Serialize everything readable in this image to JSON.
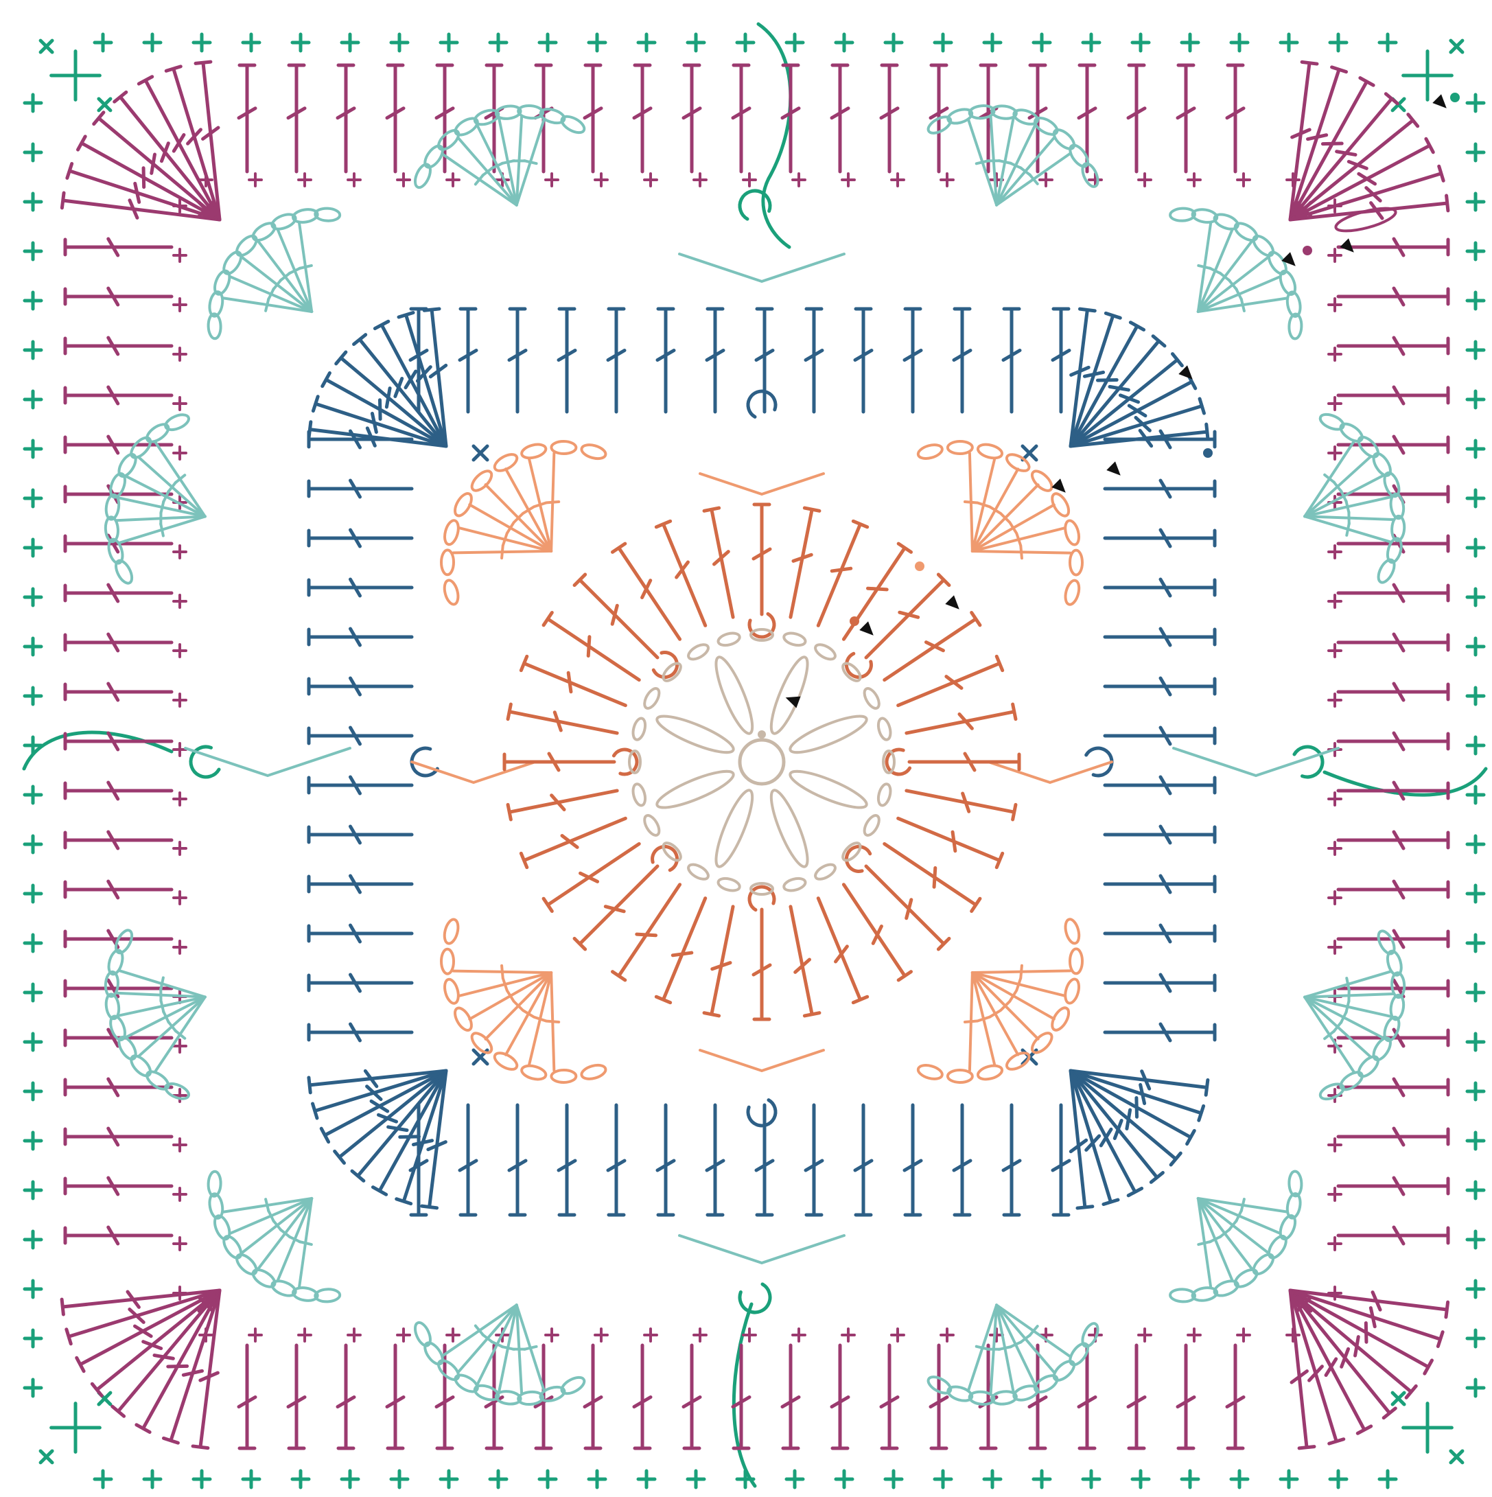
{
  "diagram": {
    "type": "crochet-granny-square-chart",
    "symmetry": "4-fold",
    "rounds": [
      {
        "name": "round-1",
        "color": "#C8B8A8",
        "stitch": "chain-loops"
      },
      {
        "name": "round-2",
        "color": "#D26A45",
        "stitch": "treble"
      },
      {
        "name": "round-3",
        "color": "#EF9A6F",
        "stitch": "chain-loops"
      },
      {
        "name": "round-4",
        "color": "#2D5F86",
        "stitch": "treble"
      },
      {
        "name": "round-5",
        "color": "#7CC2BB",
        "stitch": "chain-loops"
      },
      {
        "name": "round-6",
        "color": "#9B3A6F",
        "stitch": "treble"
      },
      {
        "name": "round-7",
        "color": "#1AA07A",
        "stitch": "single-crochet"
      }
    ],
    "marker_color": "#111111",
    "icons": [
      "start-dot-icon",
      "direction-triangle-icon",
      "join-loop-icon",
      "fasten-off-icon"
    ]
  }
}
